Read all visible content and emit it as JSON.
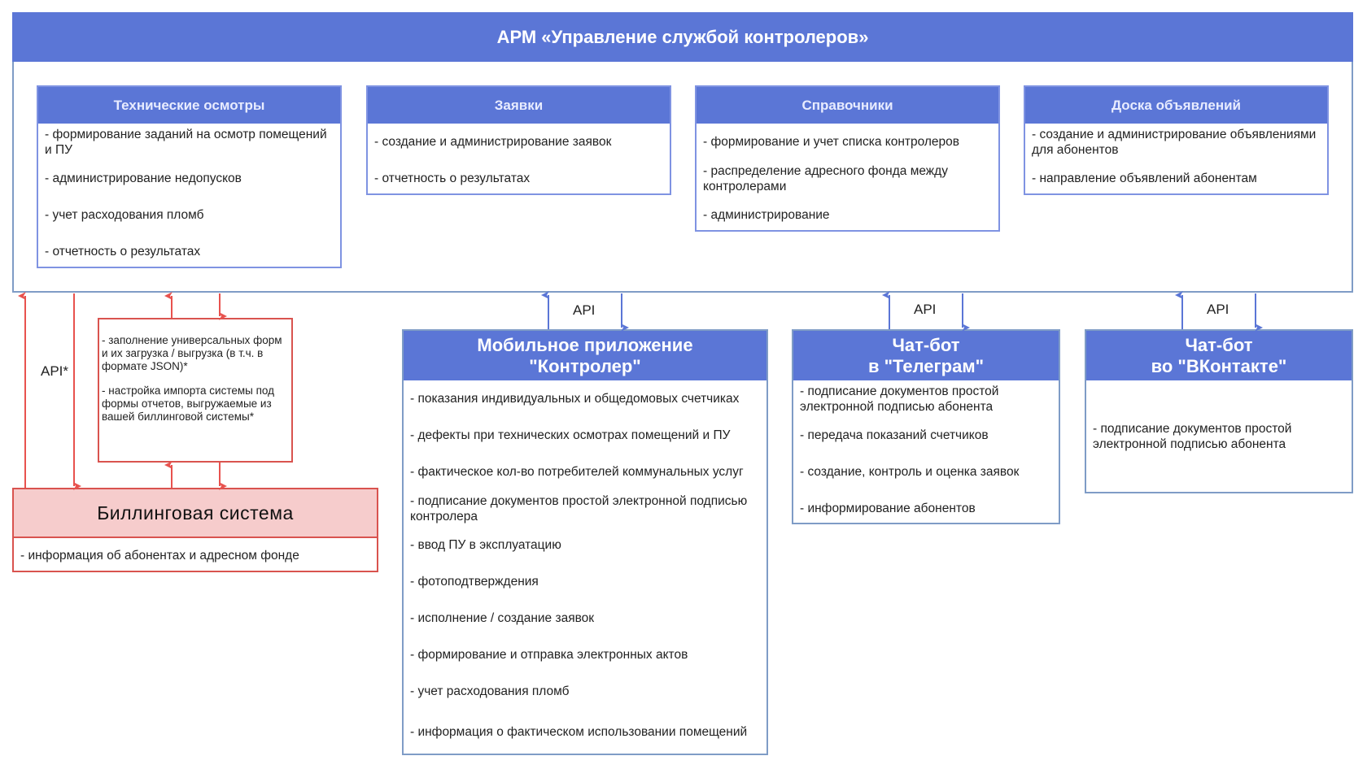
{
  "title": "АРМ «Управление службой контролеров»",
  "modules": [
    {
      "title": "Технические осмотры",
      "items": [
        "- формирование заданий на осмотр помещений и ПУ",
        "- администрирование недопусков",
        "- учет расходования пломб",
        "- отчетность о результатах"
      ]
    },
    {
      "title": "Заявки",
      "items": [
        "- создание и администрирование заявок",
        "- отчетность о результатах"
      ]
    },
    {
      "title": "Справочники",
      "items": [
        "- формирование и учет списка контролеров",
        "- распределение адресного фонда между контролерами",
        "- администрирование"
      ]
    },
    {
      "title": "Доска объявлений",
      "items": [
        "- создание и администрирование объявлениями для абонентов",
        "- направление объявлений абонентам"
      ]
    }
  ],
  "billing": {
    "title": "Биллинговая система",
    "items": [
      "- информация об абонентах и адресном фонде"
    ]
  },
  "exchange": {
    "items": [
      "- заполнение универсальных форм и их загрузка / выгрузка (в т.ч. в формате JSON)*",
      "- настройка импорта системы под формы отчетов, выгружаемые из вашей биллинговой системы*"
    ]
  },
  "api_star_label": "API*",
  "api_label": "API",
  "mobile": {
    "title_line1": "Мобильное приложение",
    "title_line2": "\"Контролер\"",
    "items": [
      "- показания индивидуальных и общедомовых счетчиках",
      "- дефекты при технических осмотрах помещений и ПУ",
      "- фактическое кол-во потребителей коммунальных услуг",
      "- подписание документов простой электронной подписью контролера",
      "- ввод ПУ в эксплуатацию",
      "- фотоподтверждения",
      "- исполнение / создание заявок",
      "- формирование и отправка электронных актов",
      "- учет расходования пломб",
      "- информация о фактическом использовании помещений"
    ]
  },
  "telegram": {
    "title_line1": "Чат-бот",
    "title_line2": "в \"Телеграм\"",
    "items": [
      "- подписание документов простой электронной подписью абонента",
      "- передача показаний счетчиков",
      "- создание, контроль и оценка заявок",
      "- информирование абонентов"
    ]
  },
  "vk": {
    "title_line1": "Чат-бот",
    "title_line2": "во \"ВКонтакте\"",
    "items": [
      "- подписание документов простой электронной подписью абонента"
    ]
  },
  "colors": {
    "blue": "#5b76d6",
    "red": "#e8524e",
    "billing_fill": "#f6cccc"
  }
}
